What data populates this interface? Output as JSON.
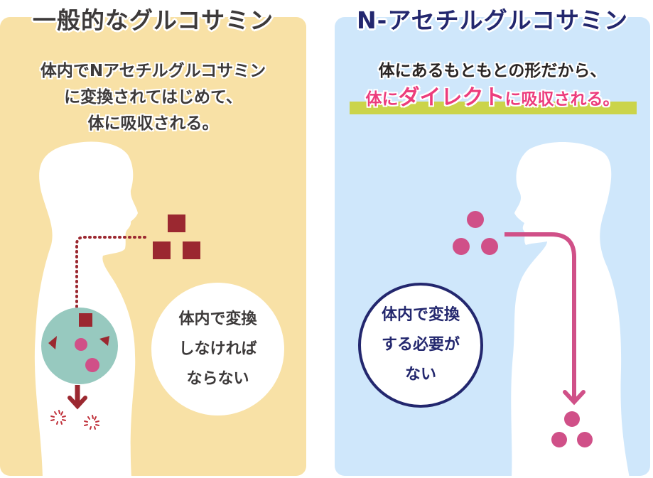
{
  "left_panel": {
    "title": "一般的なグルコサミン",
    "description_lines": [
      "体内でNアセチルグルコサミン",
      "に変換されてはじめて、",
      "体に吸収される。"
    ],
    "bubble_lines": [
      "体内で変換",
      "しなければ",
      "ならない"
    ],
    "colors": {
      "background": "#f8e1a6",
      "molecule": "#9b2830",
      "stomach": "#97c9bf",
      "dot": "#d05088"
    }
  },
  "right_panel": {
    "title": "N-アセチルグルコサミン",
    "description_line1": "体にあるもともとの形だから、",
    "description_line2": {
      "part1": "体に",
      "part2": "ダイレクト",
      "part3": "に吸収される。"
    },
    "bubble_lines": [
      "体内で変換",
      "する必要が",
      "ない"
    ],
    "colors": {
      "background": "#cfe7fb",
      "molecule": "#d05088",
      "highlight": "#cbd44a",
      "accent": "#ec3c7c",
      "navy": "#23276e"
    }
  }
}
